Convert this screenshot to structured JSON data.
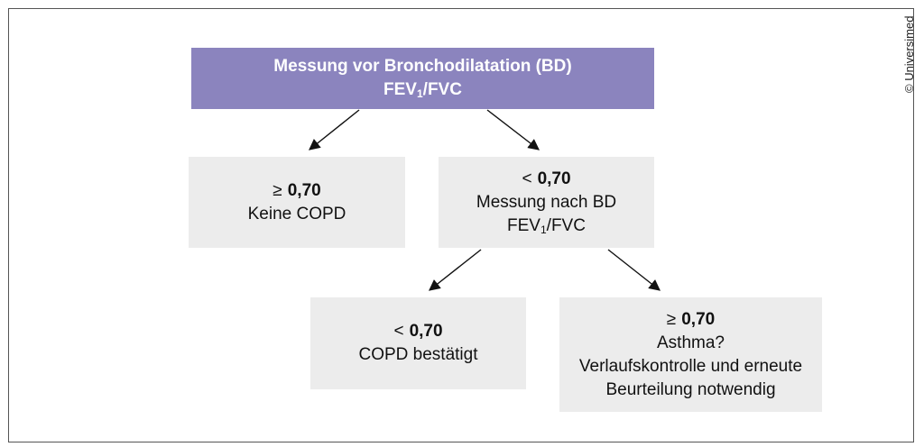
{
  "copyright": "© Universimed",
  "nodes": {
    "root": {
      "line1": "Messung vor Bronchodilatation (BD)",
      "ratio_main": "FEV",
      "ratio_sub": "1",
      "ratio_tail": "/FVC"
    },
    "left": {
      "op": "≥",
      "value": "0,70",
      "text": "Keine COPD"
    },
    "mid": {
      "op": "<",
      "value": "0,70",
      "text": "Messung nach BD",
      "ratio_main": "FEV",
      "ratio_sub": "1",
      "ratio_tail": "/FVC"
    },
    "bottom_left": {
      "op": "<",
      "value": "0,70",
      "text": "COPD bestätigt"
    },
    "bottom_right": {
      "op": "≥",
      "value": "0,70",
      "text1": "Asthma?",
      "text2": "Verlaufskontrolle und erneute",
      "text3": "Beurteilung notwendig"
    }
  },
  "colors": {
    "root_fill": "#8b84be",
    "box_fill": "#ececec",
    "arrow": "#111111"
  }
}
